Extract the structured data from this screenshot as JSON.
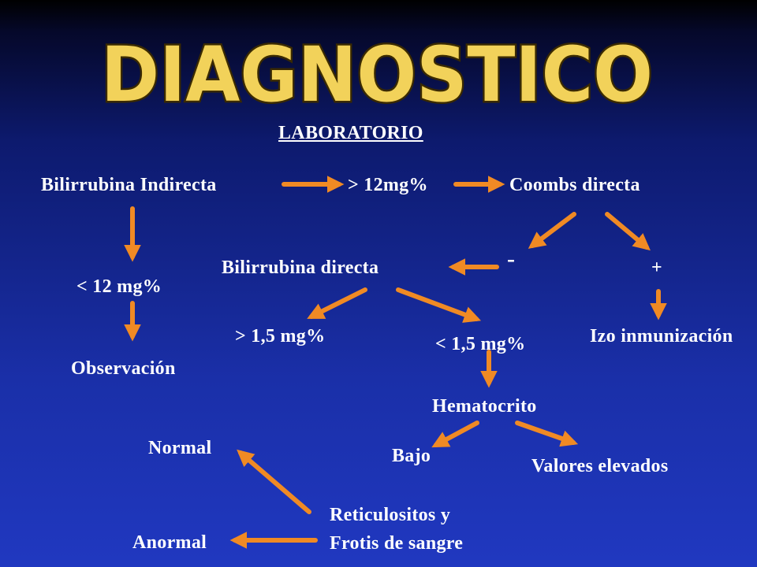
{
  "slide": {
    "title": "DIAGNOSTICO",
    "subtitle": "LABORATORIO",
    "colors": {
      "arrow": "#f08a24",
      "title_fill": "#f2d25a",
      "title_outline": "#3a2a00",
      "text": "#ffffff"
    }
  },
  "nodes": {
    "bilirrubina_indirecta": "Bilirrubina Indirecta",
    "mayor_12": "> 12mg%",
    "coombs_directa": "Coombs directa",
    "menor_12": "< 12 mg%",
    "observacion": "Observación",
    "bilirrubina_directa": "Bilirrubina directa",
    "coombs_negativo": "-",
    "coombs_positivo": "+",
    "mayor_1_5": ">  1,5 mg%",
    "menor_1_5": "< 1,5 mg%",
    "izo_inmunizacion": "Izo inmunización",
    "hematocrito": "Hematocrito",
    "bajo": "Bajo",
    "valores_elevados": "Valores elevados",
    "normal": "Normal",
    "reticulositos_l1": "Reticulositos y",
    "reticulositos_l2": "Frotis de sangre",
    "anormal": "Anormal"
  }
}
